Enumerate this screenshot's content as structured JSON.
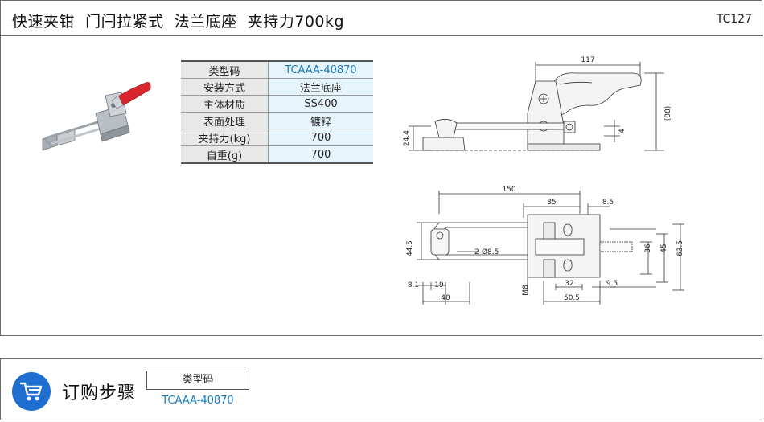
{
  "header": {
    "title": "快速夹钳  门闩拉紧式  法兰底座  夹持力700kg",
    "code": "TC127"
  },
  "spec_table": {
    "rows": [
      {
        "label": "类型码",
        "value": "TCAAA-40870"
      },
      {
        "label": "安装方式",
        "value": "法兰底座"
      },
      {
        "label": "主体材质",
        "value": "SS400"
      },
      {
        "label": "表面处理",
        "value": "镀锌"
      },
      {
        "label": "夹持力(kg)",
        "value": "700"
      },
      {
        "label": "自重(g)",
        "value": "700"
      }
    ]
  },
  "drawing": {
    "side_view": {
      "d117": "117",
      "d88": "(88)",
      "d4": "4",
      "d24": "24.4"
    },
    "top_view": {
      "d150": "150",
      "d85": "85",
      "d8_5": "8.5",
      "d44_5": "44.5",
      "d2_8_5": "2-Ø8.5",
      "d36": "36",
      "d45": "45",
      "d63_5": "63.5",
      "d8_1": "8.1",
      "d19": "19",
      "d40": "40",
      "m8": "M8",
      "d32": "32",
      "d9_5": "9.5",
      "d50_5": "50.5"
    }
  },
  "order": {
    "title": "订购步骤",
    "box_label": "类型码",
    "code": "TCAAA-40870"
  },
  "colors": {
    "accent": "#1b7bbd",
    "cart_badge": "#1e6fd0",
    "handle_red": "#d8262c",
    "table_value_bg": "#e6f4fb"
  },
  "icons": {
    "cart": "shopping-cart-icon"
  }
}
